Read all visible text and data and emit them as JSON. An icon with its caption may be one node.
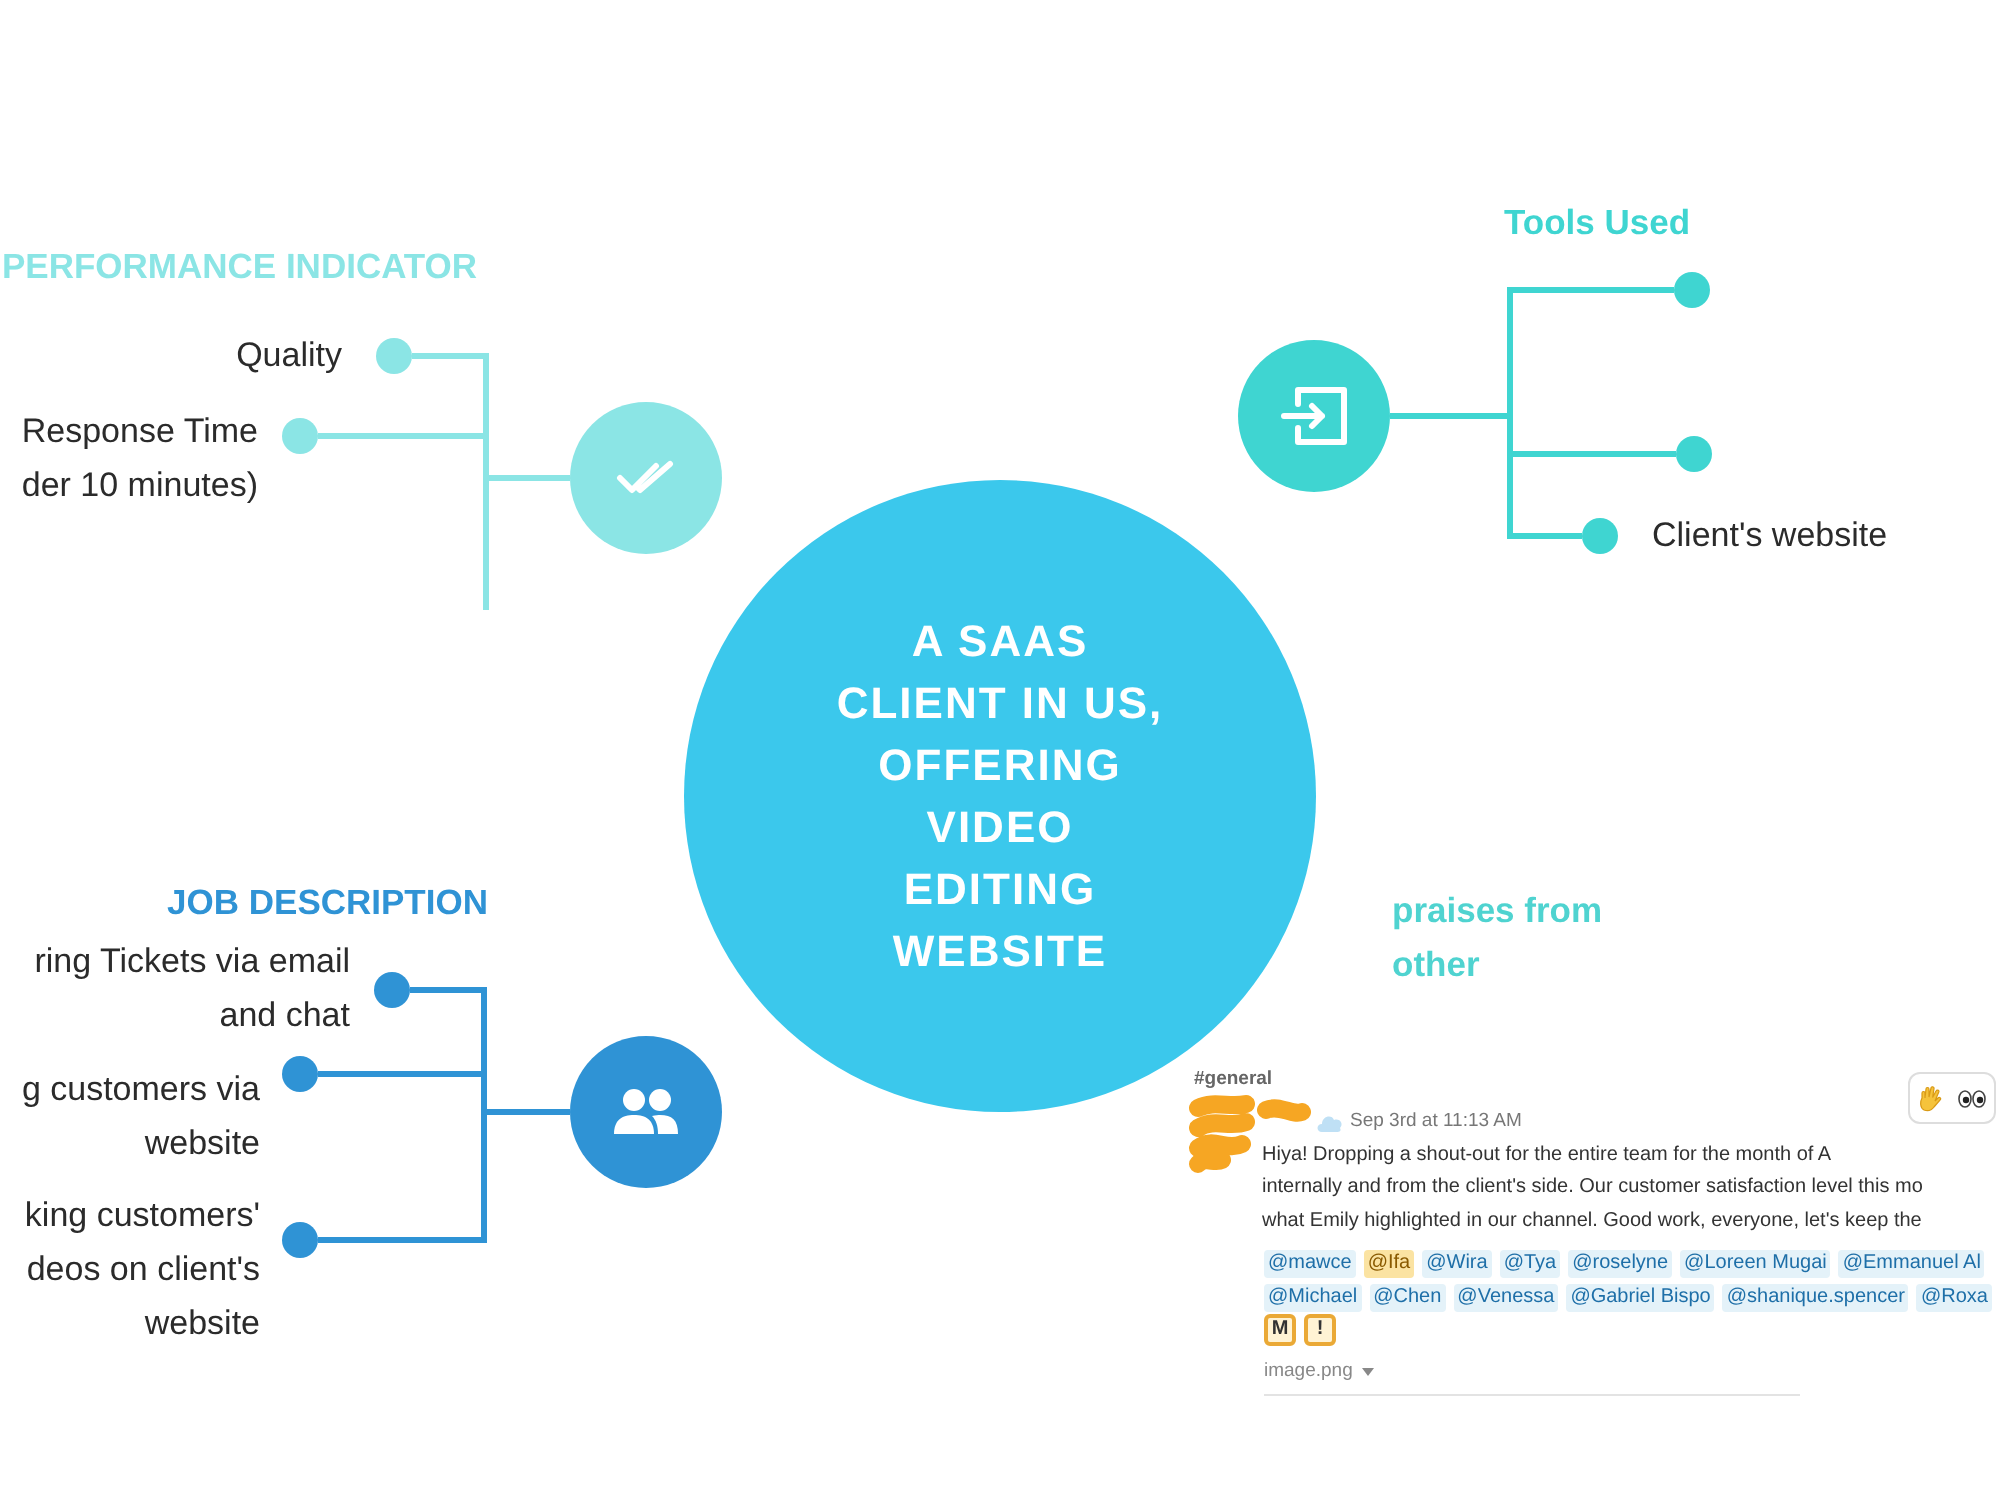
{
  "diagram": {
    "nodes": [
      {
        "text": [],
        "shape": "circle"
      },
      {
        "text": [],
        "shape": "circle",
        "beside": [
          "Quality"
        ]
      },
      {
        "text": [],
        "shape": "circle",
        "beside": [
          "Response Time der 10 minutes)"
        ]
      },
      {
        "text": [],
        "shape": "circle"
      },
      {
        "text": [],
        "shape": "circle"
      },
      {
        "text": [],
        "shape": "circle"
      },
      {
        "text": [],
        "shape": "circle",
        "beside": [
          "Client's website"
        ]
      },
      {
        "text": [
          "A SAAS CLIENT IN US, OFFERING VIDEO EDITING WEBSITE"
        ]
      },
      {
        "text": [],
        "shape": "circle"
      },
      {
        "text": [],
        "shape": "circle",
        "beside": [
          "ring Tickets via email and chat"
        ]
      },
      {
        "text": [],
        "shape": "circle",
        "beside": [
          "g customers via website"
        ]
      },
      {
        "text": [],
        "shape": "circle",
        "beside": [
          "king customers' deos on client's website"
        ]
      }
    ],
    "edges": [
      {
        "from": 0,
        "to": 1,
        "arrow": "none",
        "color": "#8be5e5"
      },
      {
        "from": 0,
        "to": 2,
        "arrow": "none",
        "color": "#8be5e5"
      },
      {
        "from": 3,
        "to": 4,
        "arrow": "none",
        "color": "#3fd5d1"
      },
      {
        "from": 3,
        "to": 5,
        "arrow": "none",
        "color": "#3fd5d1"
      },
      {
        "from": 3,
        "to": 6,
        "arrow": "none",
        "color": "#3fd5d1"
      },
      {
        "from": 8,
        "to": 9,
        "arrow": "none",
        "color": "#2f93d5"
      },
      {
        "from": 8,
        "to": 10,
        "arrow": "none",
        "color": "#2f93d5"
      },
      {
        "from": 8,
        "to": 11,
        "arrow": "none",
        "color": "#2f93d5"
      }
    ],
    "labels": [
      "PERFORMANCE INDICATOR",
      "Tools Used",
      "JOB DESCRIPTION",
      "praises from other",
      "#general",
      "Sep 3rd at 11:13 AM",
      "Hiya! Dropping a shout-out for the entire team for the month of A",
      "internally and from the client's side. Our customer satisfaction level this mo",
      "what Emily highlighted in our channel. Good work, everyone, let's keep the",
      "@mawce",
      "@Ifa",
      "@Wira",
      "@Tya",
      "@roselyne",
      "@Loreen Mugai",
      "@Emmanuel Al",
      "@Michael",
      "@Chen",
      "@Venessa",
      "@Gabriel Bispo",
      "@shanique.spencer",
      "@Roxa",
      "M",
      "!",
      "image.png"
    ]
  }
}
